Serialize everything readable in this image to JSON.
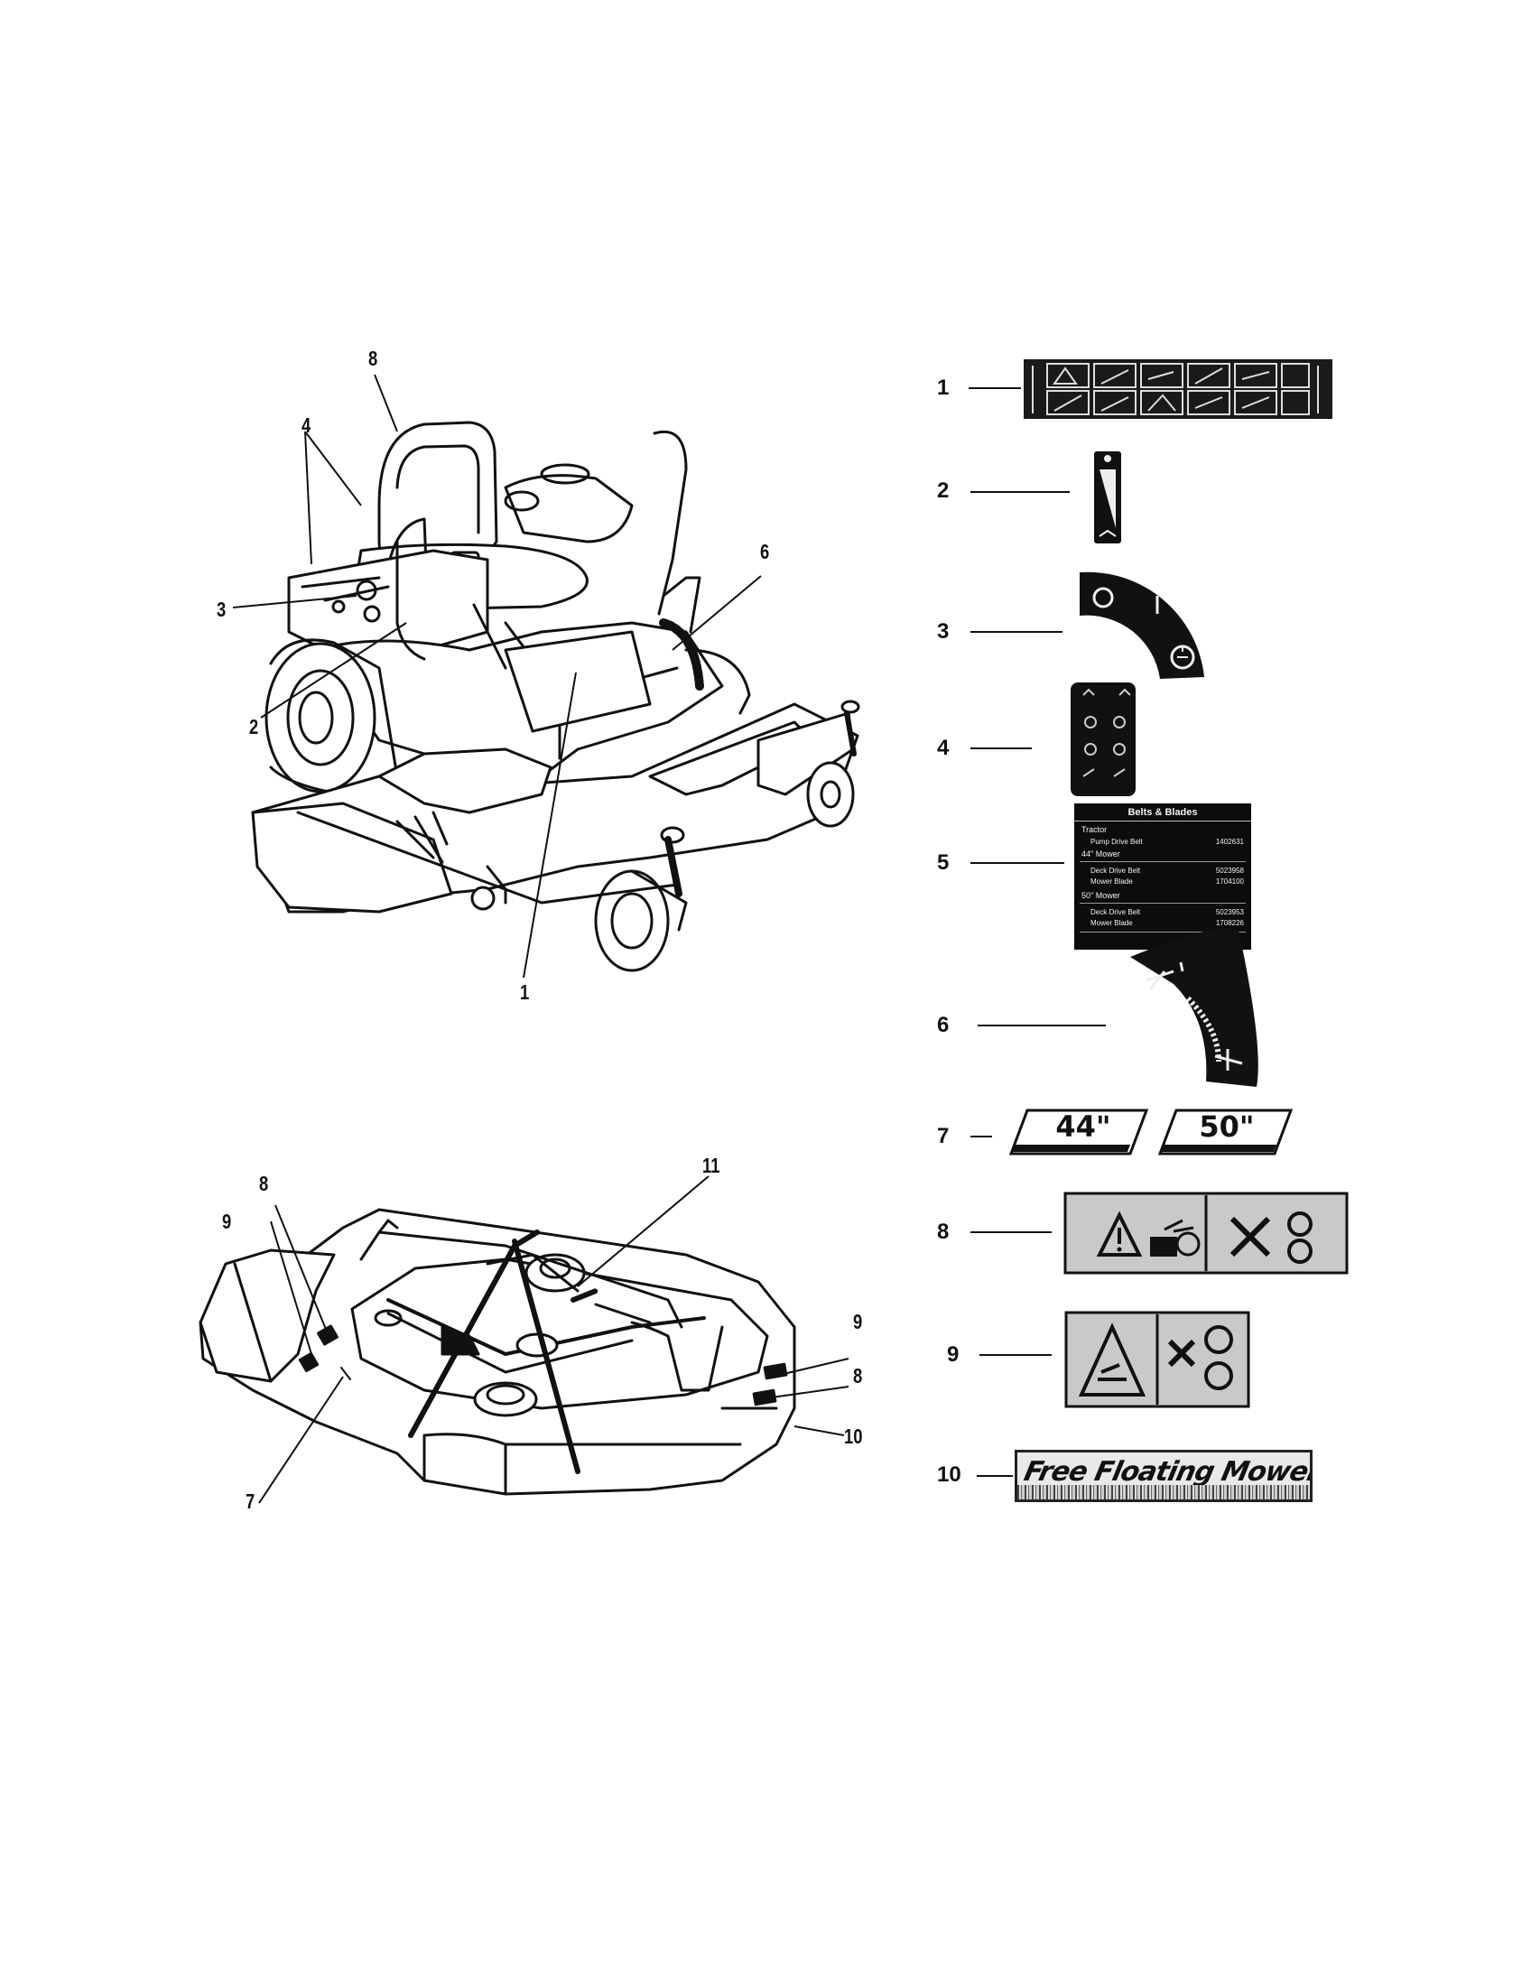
{
  "callouts": {
    "tractor": {
      "c1": "1",
      "c2": "2",
      "c3": "3",
      "c4": "4",
      "c6": "6",
      "c8": "8"
    },
    "deck": {
      "c7": "7",
      "c8a": "8",
      "c8b": "8",
      "c9a": "9",
      "c9b": "9",
      "c10": "10",
      "c11": "11"
    }
  },
  "decals": {
    "d1": "1",
    "d2": "2",
    "d3": "3",
    "d4": "4",
    "d5": "5",
    "d6": "6",
    "d7": "7",
    "d8": "8",
    "d9": "9",
    "d10": "10"
  },
  "belts_label": {
    "title": "Belts & Blades",
    "tractor": "Tractor",
    "pump_belt": "Pump Drive Belt",
    "pump_belt_no": "1402631",
    "mower44": "44\" Mower",
    "deck_belt_44": "Deck Drive Belt",
    "deck_belt_44_no": "5023958",
    "blade_44": "Mower Blade",
    "blade_44_no": "1704100",
    "mower50": "50\" Mower",
    "deck_belt_50": "Deck Drive Belt",
    "deck_belt_50_no": "5023953",
    "blade_50": "Mower Blade",
    "blade_50_no": "1708226"
  },
  "deck_size_decals": {
    "size44": "44\"",
    "size50": "50\""
  },
  "free_floating": {
    "text": "Free Floating Mower"
  },
  "icons": {
    "warning": "warning-triangle-icon",
    "no_hands": "no-hands-icon",
    "thrown_objects": "thrown-objects-icon",
    "ignition_off": "off-circle-icon",
    "ignition_on": "on-line-icon",
    "ignition_start": "start-icon"
  }
}
